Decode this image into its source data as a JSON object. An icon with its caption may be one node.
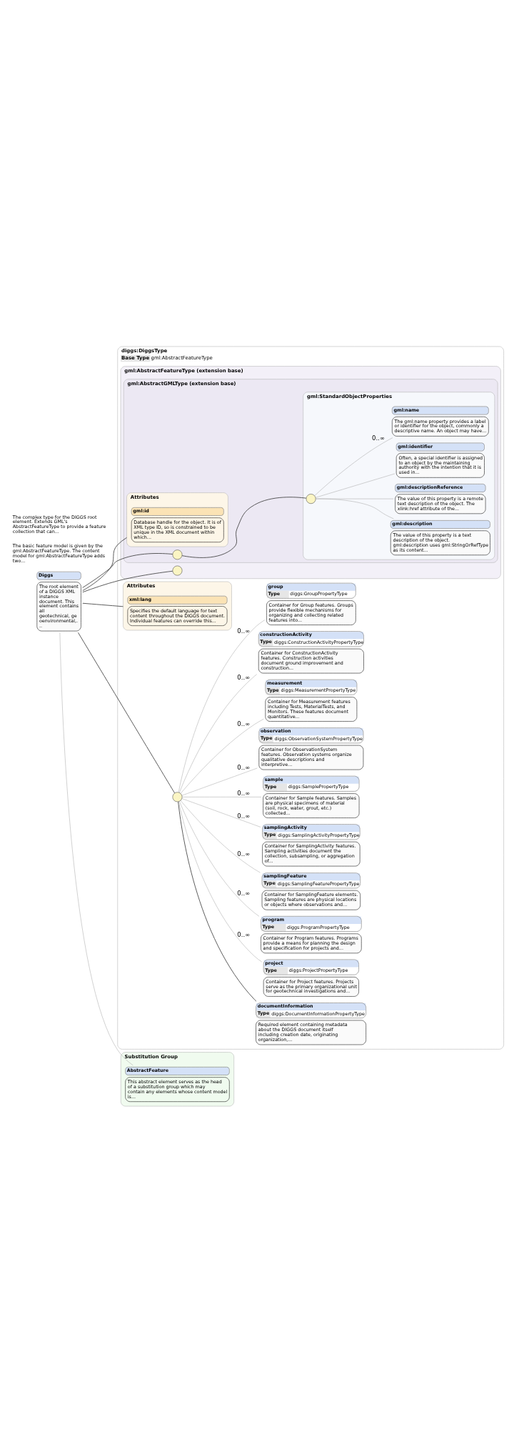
{
  "diagram": {
    "nodes": [
      {
        "text": [
          "Diggs",
          "The root element of a DIGGS XML instance document. This element contains all geotechnical, geoenvironmental,..."
        ]
      },
      {
        "text": [
          "diggs:DiggsType",
          "Base Type",
          "gml:AbstractFeatureType"
        ]
      },
      {
        "text": [
          "gml:AbstractFeatureType (extension base)"
        ],
        "in": 1
      },
      {
        "text": [
          "gml:AbstractGMLType (extension base)"
        ],
        "in": 2
      },
      {
        "text": [
          "Attributes"
        ],
        "in": 3
      },
      {
        "text": [
          "gml:id",
          "Database handle for the object. It is of XML type ID, so is constrained to be unique in the XML document within which..."
        ],
        "in": 4
      },
      {
        "text": [],
        "shape": "circle",
        "in": 3
      },
      {
        "text": [
          "gml:StandardObjectProperties"
        ],
        "in": 3
      },
      {
        "text": [],
        "shape": "circle",
        "in": 7
      },
      {
        "text": [
          "gml:description",
          "The value of this property is a text description of the object. gml:description uses gml:StringOrRefType as its content..."
        ],
        "in": 7
      },
      {
        "text": [
          "gml:descriptionReference",
          "The value of this property is a remote text description of the object. The xlink:href attribute of the..."
        ],
        "in": 7
      },
      {
        "text": [
          "gml:identifier",
          "Often, a special identifier is assigned to an object by the maintaining authority with the intention that it is used in..."
        ],
        "in": 7
      },
      {
        "text": [
          "gml:name",
          "The gml:name property provides a label or identifier for the object, commonly a descriptive name. An object may have..."
        ],
        "in": 7
      },
      {
        "text": [],
        "shape": "circle",
        "in": 2
      },
      {
        "text": [
          "Attributes"
        ],
        "in": 1
      },
      {
        "text": [
          "xml:lang",
          "Specifies the default language for text content throughout the DIGGS document. Individual features can override this..."
        ],
        "in": 14
      },
      {
        "text": [],
        "shape": "circle",
        "in": 1
      },
      {
        "text": [
          "documentInformation",
          "Type",
          "diggs:DocumentInformationPropertyType",
          "Required element containing metadata about the DIGGS document itself including creation date, originating organization,..."
        ],
        "in": 1
      },
      {
        "text": [
          "project",
          "Type",
          "diggs:ProjectPropertyType",
          "Container for Project features. Projects serve as the primary organizational unit for geotechnical investigations and..."
        ],
        "in": 1
      },
      {
        "text": [
          "program",
          "Type",
          "diggs:ProgramPropertyType",
          "Container for Program features. Programs provide a means for planning the design and specification for projects and..."
        ],
        "in": 1
      },
      {
        "text": [
          "samplingFeature",
          "Type",
          "diggs:SamplingFeaturePropertyType",
          "Container for SamplingFeature elements. Sampling features are physical locations or objects where observations and..."
        ],
        "in": 1
      },
      {
        "text": [
          "samplingActivity",
          "Type",
          "diggs:SamplingActivityPropertyType",
          "Container for SamplingActivity features. Sampling activities document the collection, subsampling, or aggregation of..."
        ],
        "in": 1
      },
      {
        "text": [
          "sample",
          "Type",
          "diggs:SamplePropertyType",
          "Container for Sample features. Samples are physical specimens of material (soil, rock, water, grout, etc.) collected..."
        ],
        "in": 1
      },
      {
        "text": [
          "observation",
          "Type",
          "diggs:ObservationSystemPropertyType",
          "Container for ObservationSystem features. Observation systems organize qualitative descriptions and interpretive..."
        ],
        "in": 1
      },
      {
        "text": [
          "measurement",
          "Type",
          "diggs:MeasurementPropertyType",
          "Container for Measurement features including Tests, MaterialTests, and Monitors. These features document quantitative..."
        ],
        "in": 1
      },
      {
        "text": [
          "constructionActivity",
          "Type",
          "diggs:ConstructionActivityPropertyType",
          "Container for ConstructionActivity features. Construction activities document ground improvement and construction..."
        ],
        "in": 1
      },
      {
        "text": [
          "group",
          "Type",
          "diggs:GroupPropertyType",
          "Container for Group features. Groups provide flexible mechanisms for organizing and collecting related features into..."
        ],
        "in": 1
      },
      {
        "text": [
          "Substitution Group"
        ]
      },
      {
        "text": [
          "AbstractFeature",
          "This abstract element serves as the head of a substitution group which may contain any elements whose content model is..."
        ],
        "in": 27
      }
    ],
    "labels": [
      "The basic feature model is given by the gml:AbstractFeatureType. The content model for gml:AbstractFeatureType adds two...",
      "The complex type for the DIGGS root element. Extends GML's AbstractFeatureType to provide a feature collection that can..."
    ],
    "edges": [
      {
        "from": 0,
        "to": 4,
        "arrow": "none",
        "color": "#404040"
      },
      {
        "from": 0,
        "to": 6,
        "arrow": "none",
        "color": "#404040"
      },
      {
        "from": 6,
        "to": 8,
        "arrow": "none",
        "color": "#404040"
      },
      {
        "from": 8,
        "to": 9,
        "arrow": "none"
      },
      {
        "from": 8,
        "to": 10,
        "arrow": "none"
      },
      {
        "from": 8,
        "to": 11,
        "arrow": "none"
      },
      {
        "from": 8,
        "to": 12,
        "arrow": "none",
        "label": "0..∞"
      },
      {
        "from": 0,
        "to": 13,
        "arrow": "none",
        "color": "#404040"
      },
      {
        "from": 0,
        "to": 14,
        "arrow": "none",
        "color": "#404040"
      },
      {
        "from": 0,
        "to": 16,
        "arrow": "none",
        "color": "#404040"
      },
      {
        "from": 16,
        "to": 17,
        "arrow": "none",
        "color": "#404040"
      },
      {
        "from": 16,
        "to": 18,
        "arrow": "none",
        "label": "0..∞"
      },
      {
        "from": 16,
        "to": 19,
        "arrow": "none",
        "label": "0..∞"
      },
      {
        "from": 16,
        "to": 20,
        "arrow": "none",
        "label": "0..∞"
      },
      {
        "from": 16,
        "to": 21,
        "arrow": "none",
        "label": "0..∞"
      },
      {
        "from": 16,
        "to": 22,
        "arrow": "none",
        "label": "0..∞"
      },
      {
        "from": 16,
        "to": 23,
        "arrow": "none",
        "label": "0..∞"
      },
      {
        "from": 16,
        "to": 24,
        "arrow": "none",
        "label": "0..∞"
      },
      {
        "from": 16,
        "to": 25,
        "arrow": "none",
        "label": "0..∞"
      },
      {
        "from": 16,
        "to": 26,
        "arrow": "none",
        "label": "0..∞"
      },
      {
        "from": 0,
        "to": 28,
        "arrow": "none"
      }
    ]
  }
}
